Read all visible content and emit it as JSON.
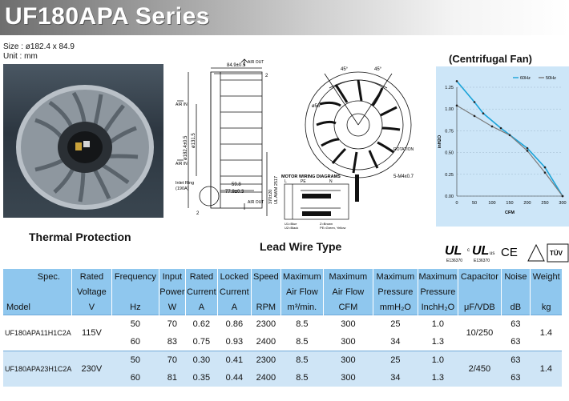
{
  "title": "UF180APA Series",
  "size_line": "Size : ø182.4 x 84.9",
  "unit_line": "Unit : mm",
  "photo_caption": "Thermal Protection",
  "drawing_caption": "Lead Wire Type",
  "drawing": {
    "air_out_top": "AIR OUT",
    "air_in_1": "AIR IN",
    "air_in_2": "AIR IN",
    "air_out_bottom": "AIR OUT",
    "dim_top": "84.9±0.5",
    "dim_2a": "2",
    "dim_diam": "ø182.4±0.5",
    "dim_131": "ø131.5",
    "dim_598": "59.8",
    "dim_779": "77.9±0.3",
    "dim_2b": "2",
    "inlet_ring": "Inlet Ring",
    "inlet_ring_sub": "(190A)",
    "lead": "370±20",
    "ul": "UL AWM 2517",
    "angle1": "45°",
    "angle2": "45°",
    "dia_56": "ø56",
    "rotation": "ROTATION",
    "screw": "5-M4x0.7",
    "wiring_title": "MOTOR WIRING DIAGRAMS",
    "w_l": "L",
    "w_pe": "PE",
    "w_n": "N",
    "legend_1": "U1=Blue",
    "legend_2": "U2=Black",
    "legend_3": "Z=Brown",
    "legend_4": "PE=Green, Yellow"
  },
  "chart_title": "(Centrifugal Fan)",
  "chart_data": {
    "type": "line",
    "xlabel": "CFM",
    "ylabel": "inH2O",
    "xlim": [
      0,
      300
    ],
    "ylim": [
      0,
      1.25
    ],
    "x_ticks": [
      "0",
      "50",
      "100",
      "150",
      "200",
      "250",
      "300"
    ],
    "y_ticks": [
      "0.00",
      "0.25",
      "0.50",
      "0.75",
      "1.00",
      "1.25"
    ],
    "series": [
      {
        "name": "60Hz",
        "color": "#1aa3d8",
        "x": [
          0,
          50,
          75,
          125,
          200,
          250,
          300
        ],
        "y": [
          1.32,
          1.08,
          0.95,
          0.78,
          0.55,
          0.33,
          0.0
        ]
      },
      {
        "name": "50Hz",
        "color": "#7a7a7a",
        "x": [
          0,
          50,
          100,
          150,
          200,
          250,
          300
        ],
        "y": [
          1.04,
          0.92,
          0.8,
          0.7,
          0.52,
          0.27,
          0.0
        ]
      }
    ],
    "legend": "top-right"
  },
  "certs": {
    "ul1_sub": "E136370",
    "ul2_sub": "E136370",
    "c": "c",
    "us": "us",
    "ce": "CE",
    "tuv": "TÜV"
  },
  "table": {
    "header": [
      [
        "Spec.",
        "Rated",
        "Frequency",
        "Input",
        "Rated",
        "Locked",
        "Speed",
        "Maximum",
        "Maximum",
        "Maximum",
        "Maximum",
        "Capacitor",
        "Noise",
        "Weight"
      ],
      [
        "",
        "Voltage",
        "",
        "Power",
        "Current",
        "Current",
        "",
        "Air Flow",
        "Air Flow",
        "Pressure",
        "Pressure",
        "",
        "",
        ""
      ],
      [
        "Model",
        "V",
        "Hz",
        "W",
        "A",
        "A",
        "RPM",
        "m³/min.",
        "CFM",
        "mmH₂O",
        "InchH₂O",
        "μF/VDB",
        "dB",
        "kg"
      ]
    ],
    "models": [
      {
        "name": "UF180APA11H1C2A",
        "voltage": "115V",
        "capacitor": "10/250",
        "weight": "1.4",
        "rows": [
          [
            "50",
            "70",
            "0.62",
            "0.86",
            "2300",
            "8.5",
            "300",
            "25",
            "1.0",
            "63"
          ],
          [
            "60",
            "83",
            "0.75",
            "0.93",
            "2400",
            "8.5",
            "300",
            "34",
            "1.3",
            "63"
          ]
        ]
      },
      {
        "name": "UF180APA23H1C2A",
        "voltage": "230V",
        "capacitor": "2/450",
        "weight": "1.4",
        "rows": [
          [
            "50",
            "70",
            "0.30",
            "0.41",
            "2300",
            "8.5",
            "300",
            "25",
            "1.0",
            "63"
          ],
          [
            "60",
            "81",
            "0.35",
            "0.44",
            "2400",
            "8.5",
            "300",
            "34",
            "1.3",
            "63"
          ]
        ]
      }
    ]
  }
}
